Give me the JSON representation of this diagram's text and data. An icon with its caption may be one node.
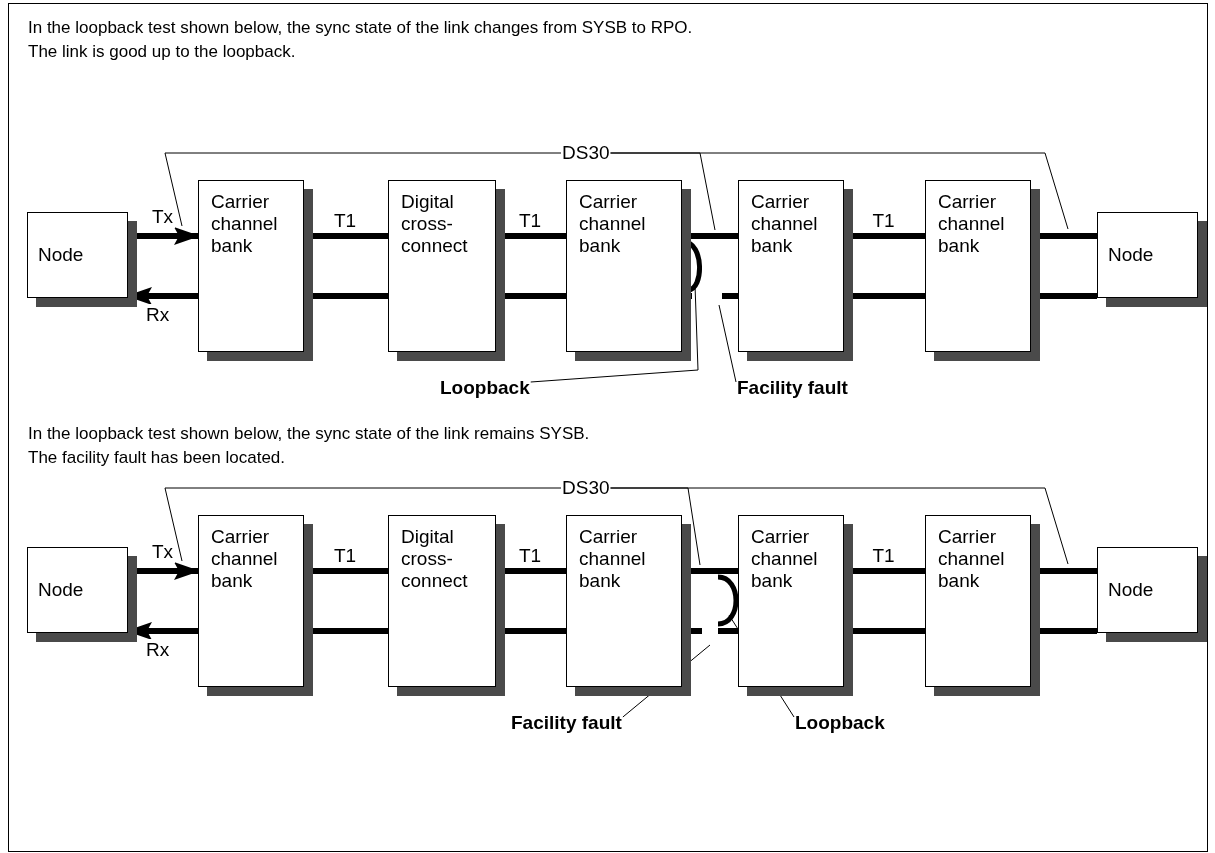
{
  "diagram": {
    "nodes": [
      {
        "text": [
          "Node"
        ]
      },
      {
        "text": [
          "Carrier channel bank"
        ]
      },
      {
        "text": [
          "Digital cross-connect"
        ]
      },
      {
        "text": [
          "Carrier channel bank"
        ]
      },
      {
        "text": [
          "Carrier channel bank"
        ]
      },
      {
        "text": [
          "Carrier channel bank"
        ]
      },
      {
        "text": [
          "Node"
        ]
      },
      {
        "text": [
          "DS30"
        ]
      },
      {
        "text": [
          "Loopback"
        ]
      },
      {
        "text": [
          "Facility fault"
        ]
      },
      {
        "text": [],
        "shape": "arc"
      },
      {
        "text": [
          "Node"
        ]
      },
      {
        "text": [
          "Carrier channel bank"
        ]
      },
      {
        "text": [
          "Digital cross-connect"
        ]
      },
      {
        "text": [
          "Carrier channel bank"
        ]
      },
      {
        "text": [
          "Carrier channel bank"
        ]
      },
      {
        "text": [
          "Carrier channel bank"
        ]
      },
      {
        "text": [
          "Node"
        ]
      },
      {
        "text": [
          "DS30"
        ]
      },
      {
        "text": [
          "Facility fault"
        ]
      },
      {
        "text": [
          "Loopback"
        ]
      },
      {
        "text": [],
        "shape": "arc"
      }
    ],
    "edges": [
      {
        "from": 0,
        "to": 1,
        "arrow": "to",
        "label": "Tx"
      },
      {
        "from": 1,
        "to": 0,
        "arrow": "to",
        "label": "Rx"
      },
      {
        "from": 1,
        "to": 2,
        "arrow": "none",
        "label": "T1"
      },
      {
        "from": 1,
        "to": 2,
        "arrow": "none"
      },
      {
        "from": 2,
        "to": 3,
        "arrow": "none",
        "label": "T1"
      },
      {
        "from": 2,
        "to": 3,
        "arrow": "none"
      },
      {
        "from": 3,
        "to": 4,
        "arrow": "none"
      },
      {
        "from": 3,
        "to": 10,
        "arrow": "none"
      },
      {
        "from": 4,
        "to": 5,
        "arrow": "none",
        "label": "T1"
      },
      {
        "from": 4,
        "to": 5,
        "arrow": "none"
      },
      {
        "from": 5,
        "to": 6,
        "arrow": "none"
      },
      {
        "from": 5,
        "to": 6,
        "arrow": "none"
      },
      {
        "from": 7,
        "to": null,
        "arrow": "none"
      },
      {
        "from": 7,
        "to": null,
        "arrow": "none"
      },
      {
        "from": 7,
        "to": null,
        "arrow": "none"
      },
      {
        "from": 8,
        "to": 10,
        "arrow": "none"
      },
      {
        "from": 9,
        "to": null,
        "arrow": "none"
      },
      {
        "from": 11,
        "to": 12,
        "arrow": "to",
        "label": "Tx"
      },
      {
        "from": 12,
        "to": 11,
        "arrow": "to",
        "label": "Rx"
      },
      {
        "from": 12,
        "to": 13,
        "arrow": "none",
        "label": "T1"
      },
      {
        "from": 12,
        "to": 13,
        "arrow": "none"
      },
      {
        "from": 13,
        "to": 14,
        "arrow": "none",
        "label": "T1"
      },
      {
        "from": 13,
        "to": 14,
        "arrow": "none"
      },
      {
        "from": 14,
        "to": 15,
        "arrow": "none"
      },
      {
        "from": 14,
        "to": null,
        "arrow": "none"
      },
      {
        "from": 15,
        "to": 16,
        "arrow": "none",
        "label": "T1"
      },
      {
        "from": 15,
        "to": 16,
        "arrow": "none"
      },
      {
        "from": 16,
        "to": 17,
        "arrow": "none"
      },
      {
        "from": 16,
        "to": 17,
        "arrow": "none"
      },
      {
        "from": 18,
        "to": null,
        "arrow": "none"
      },
      {
        "from": 18,
        "to": null,
        "arrow": "none"
      },
      {
        "from": 18,
        "to": null,
        "arrow": "none"
      },
      {
        "from": 20,
        "to": 21,
        "arrow": "none"
      },
      {
        "from": 19,
        "to": null,
        "arrow": "none"
      },
      {
        "from": 4,
        "to": null,
        "arrow": "none"
      },
      {
        "from": 21,
        "to": 15,
        "arrow": "none"
      }
    ],
    "labels": [
      "In the loopback test shown below, the sync state of the link changes from SYSB to RPO.",
      "The link is good up to the loopback.",
      "In the loopback test shown below, the sync state of the link remains SYSB.",
      "The facility fault has been located."
    ]
  }
}
